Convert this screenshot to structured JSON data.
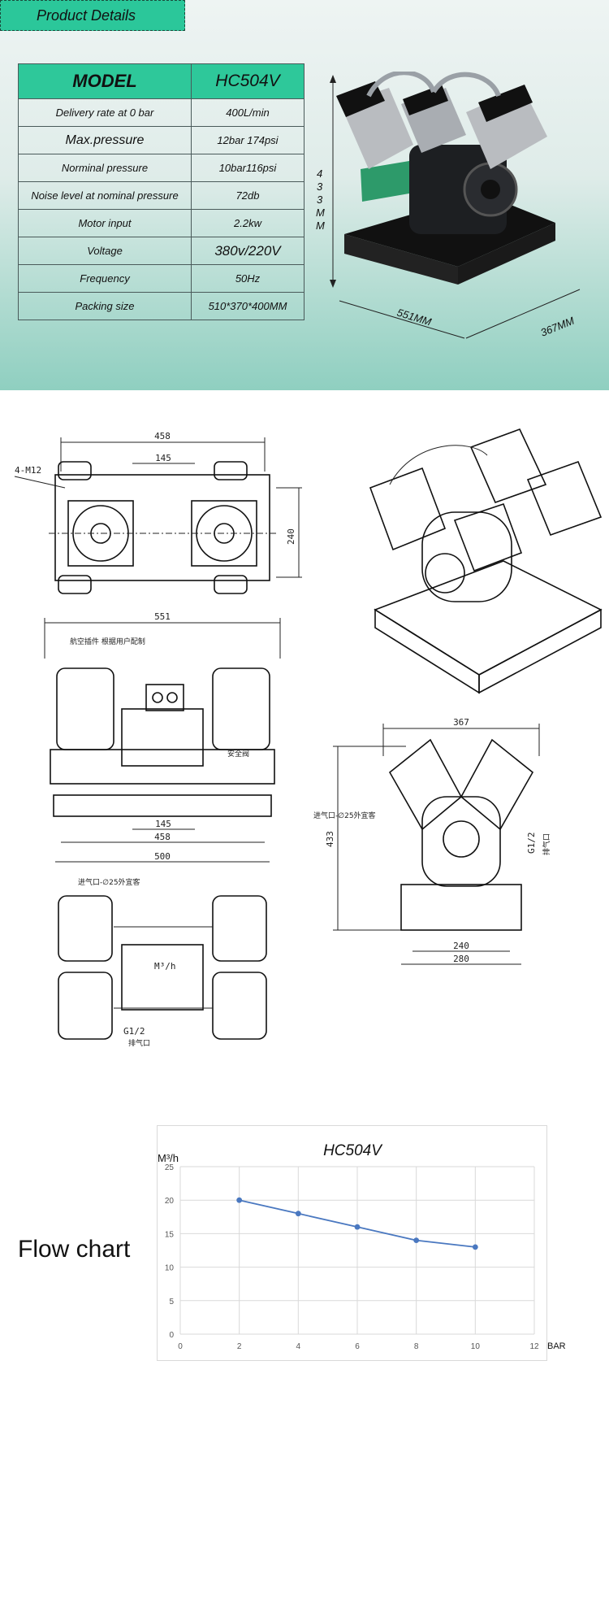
{
  "header": {
    "tab_label": "Product  Details"
  },
  "spec_table": {
    "model_label": "MODEL",
    "model_value": "HC504V",
    "rows": [
      {
        "label": "Delivery rate at 0 bar",
        "value": "400L/min"
      },
      {
        "label": "Max.pressure",
        "value": "12bar  174psi"
      },
      {
        "label": "Norminal pressure",
        "value": "10bar116psi"
      },
      {
        "label": "Noise level at nominal pressure",
        "value": "72db"
      },
      {
        "label": "Motor input",
        "value": "2.2kw"
      },
      {
        "label": "Voltage",
        "value": "380v/220V"
      },
      {
        "label": "Frequency",
        "value": "50Hz"
      },
      {
        "label": "Packing size",
        "value": "510*370*400MM"
      }
    ]
  },
  "product_photo": {
    "height_dim": "433MM",
    "height_letters": [
      "4",
      "3",
      "3",
      "M",
      "M"
    ],
    "length_dim": "551MM",
    "width_dim": "367MM",
    "colors": {
      "accent": "#2ec89a",
      "body": "#1d1f22",
      "cylinder": "#b9bcc0"
    }
  },
  "drawings": {
    "top_view": {
      "width": "458",
      "spacing": "145",
      "depth": "240",
      "thread": "4-M12"
    },
    "front_view": {
      "overall": "551",
      "inner_spacing": "145",
      "base": "458",
      "footprint": "500",
      "note_left": "航空插件  根据用户配制",
      "note_valve": "安全阀"
    },
    "side_view": {
      "width": "367",
      "height": "433",
      "inlet": "进气口-∅25外宜客",
      "outlet_thread": "G1/2",
      "outlet_label": "排气口",
      "base1": "240",
      "base2": "280"
    },
    "bottom_view": {
      "inlet": "进气口-∅25外宜客",
      "thread": "G1/2",
      "outlet": "排气口",
      "unit_label": "M³/h"
    }
  },
  "flow_section": {
    "label": "Flow chart"
  },
  "chart_data": {
    "type": "line",
    "title": "HC504V",
    "ylabel": "M³/h",
    "xlabel": "BAR",
    "x": [
      2,
      4,
      6,
      8,
      10
    ],
    "series": [
      {
        "values": [
          20,
          18,
          16,
          14,
          13
        ],
        "color": "#4a78c0"
      }
    ],
    "xlim": [
      0,
      12
    ],
    "ylim": [
      0,
      25
    ],
    "xticks": [
      0,
      2,
      4,
      6,
      8,
      10,
      12
    ],
    "yticks": [
      0,
      5,
      10,
      15,
      20,
      25
    ],
    "grid": true
  }
}
